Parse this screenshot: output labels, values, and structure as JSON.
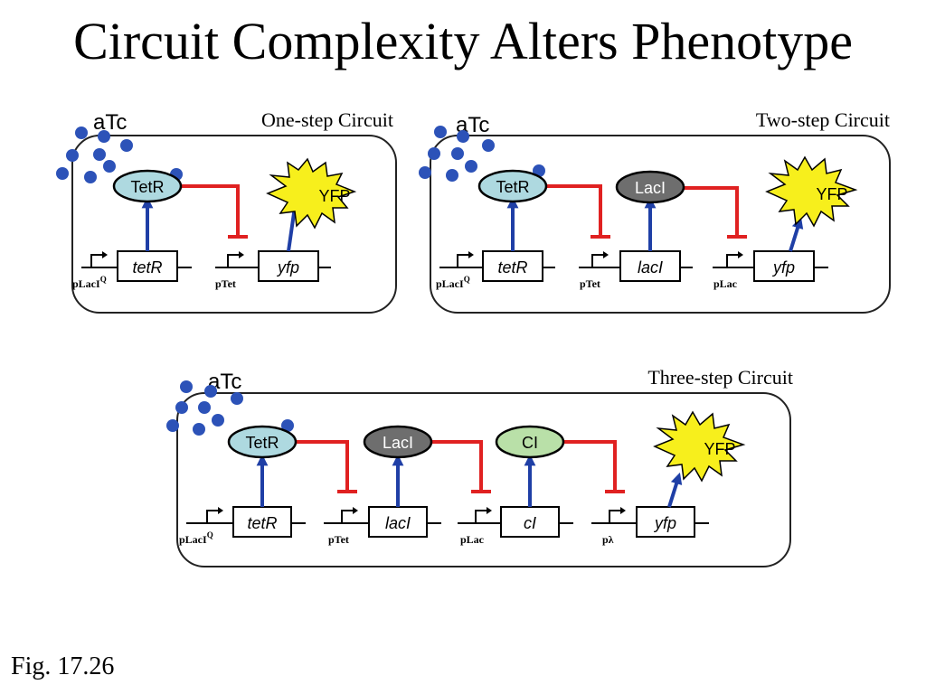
{
  "slide": {
    "title": "Circuit Complexity Alters Phenotype",
    "caption": "Fig. 17.26"
  },
  "colors": {
    "activation": "#1f3fa6",
    "repression": "#e02121",
    "molecule": "#2c52b8",
    "tetr_fill": "#aed9e0",
    "laci_fill": "#6e6e6e",
    "ci_fill": "#b9e0a8",
    "yfp_fill": "#f7ef1c",
    "box_stroke": "#222222"
  },
  "inducer": {
    "label": "aTc"
  },
  "circuits": {
    "one_step": {
      "title": "One-step Circuit",
      "proteins": [
        "TetR"
      ],
      "genes": [
        "tetR",
        "yfp"
      ],
      "promoters": [
        "pLacI",
        "pTet"
      ],
      "promoter_sup": "Q",
      "output": "YFP"
    },
    "two_step": {
      "title": "Two-step Circuit",
      "proteins": [
        "TetR",
        "LacI"
      ],
      "genes": [
        "tetR",
        "lacI",
        "yfp"
      ],
      "promoters": [
        "pLacI",
        "pTet",
        "pLac"
      ],
      "promoter_sup": "Q",
      "output": "YFP"
    },
    "three_step": {
      "title": "Three-step Circuit",
      "proteins": [
        "TetR",
        "LacI",
        "CI"
      ],
      "genes": [
        "tetR",
        "lacI",
        "cI",
        "yfp"
      ],
      "promoters": [
        "pLacI",
        "pTet",
        "pLac",
        "pλ"
      ],
      "promoter_sup": "Q",
      "output": "YFP"
    }
  }
}
